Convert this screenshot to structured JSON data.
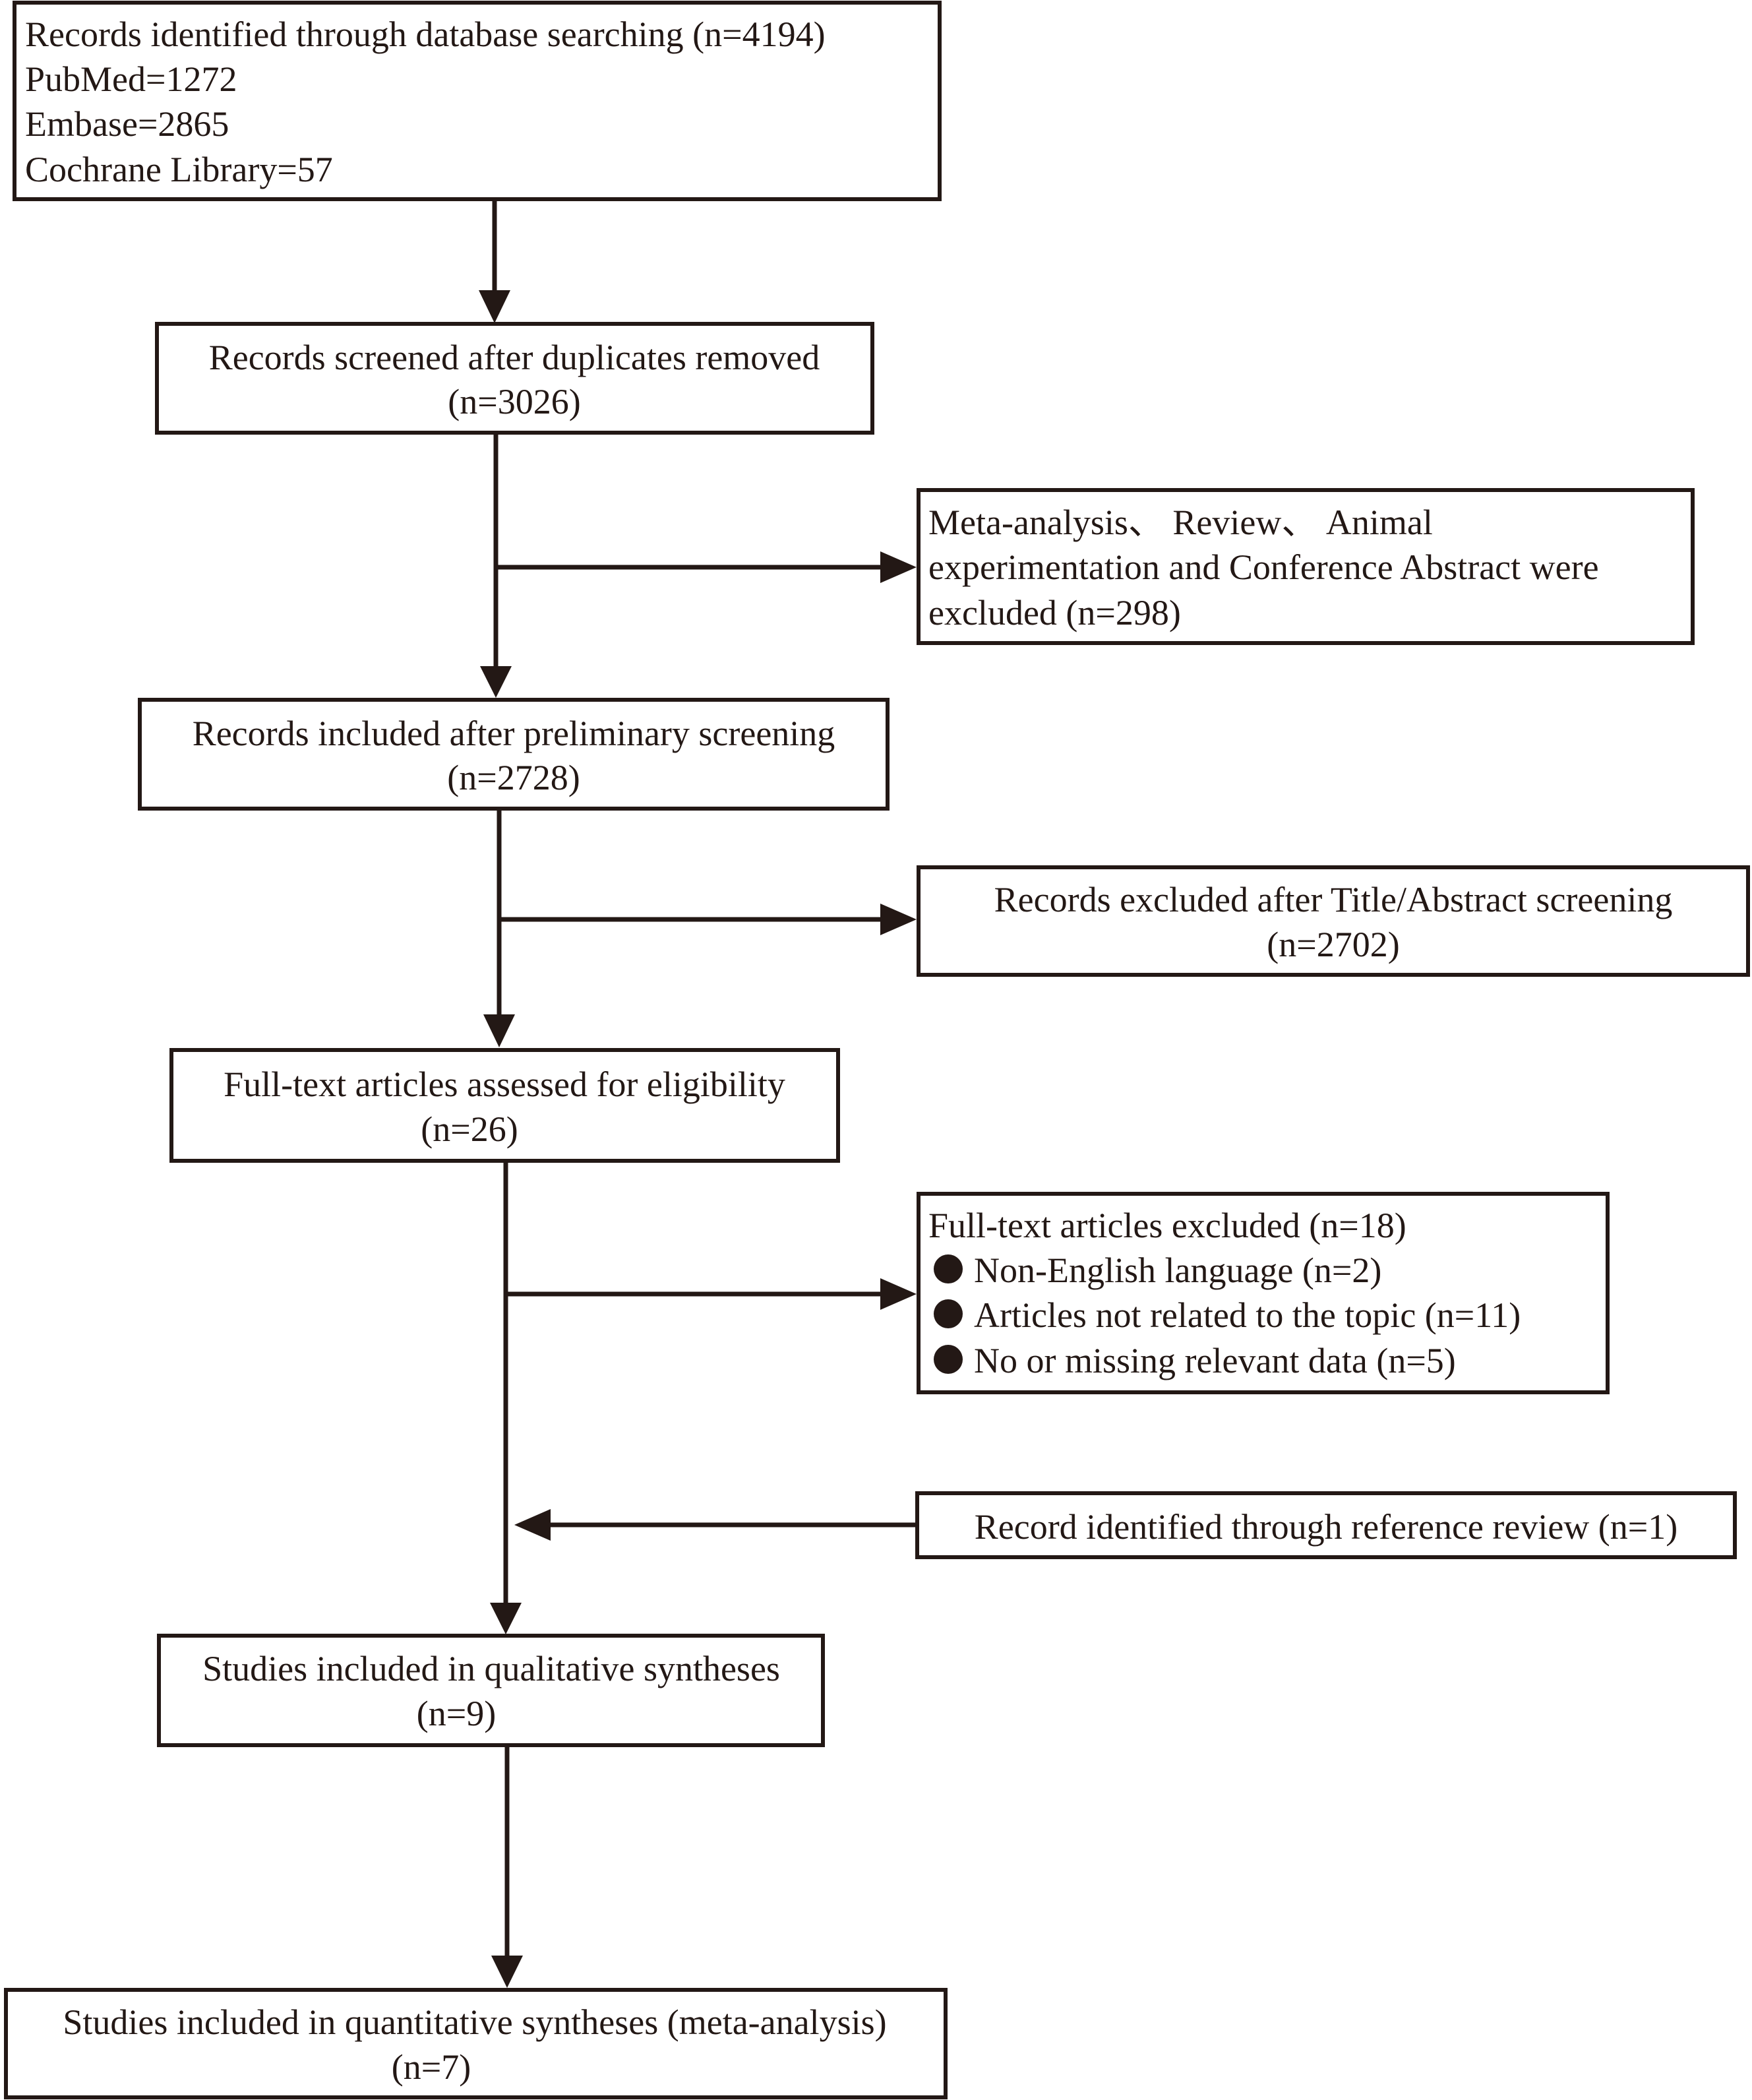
{
  "boxes": {
    "identified": {
      "line1": "Records identified through database searching (n=4194)",
      "line2": "PubMed=1272",
      "line3": "Embase=2865",
      "line4": "Cochrane Library=57"
    },
    "screened": {
      "line1": "Records screened after duplicates removed",
      "line2": "(n=3026)"
    },
    "excluded_types": {
      "line1": "Meta-analysis、 Review、 Animal",
      "line2": "experimentation and Conference Abstract were",
      "line3": "excluded (n=298)"
    },
    "preliminary": {
      "line1": "Records included after preliminary screening",
      "line2": "(n=2728)"
    },
    "excluded_title": {
      "line1": "Records excluded after Title/Abstract screening",
      "line2": "(n=2702)"
    },
    "fulltext": {
      "line1": "Full-text articles assessed for eligibility",
      "line2": "(n=26)"
    },
    "fulltext_excluded": {
      "header": "Full-text articles excluded (n=18)",
      "items": [
        "Non-English language (n=2)",
        "Articles not related to the topic (n=11)",
        "No or missing relevant data (n=5)"
      ]
    },
    "reference_review": {
      "line1": "Record identified through reference review (n=1)"
    },
    "qualitative": {
      "line1": "Studies included in qualitative syntheses",
      "line2": "(n=9)"
    },
    "quantitative": {
      "line1": "Studies included in quantitative syntheses (meta-analysis)",
      "line2": "(n=7)"
    }
  },
  "colors": {
    "ink": "#231815",
    "background": "#ffffff"
  }
}
